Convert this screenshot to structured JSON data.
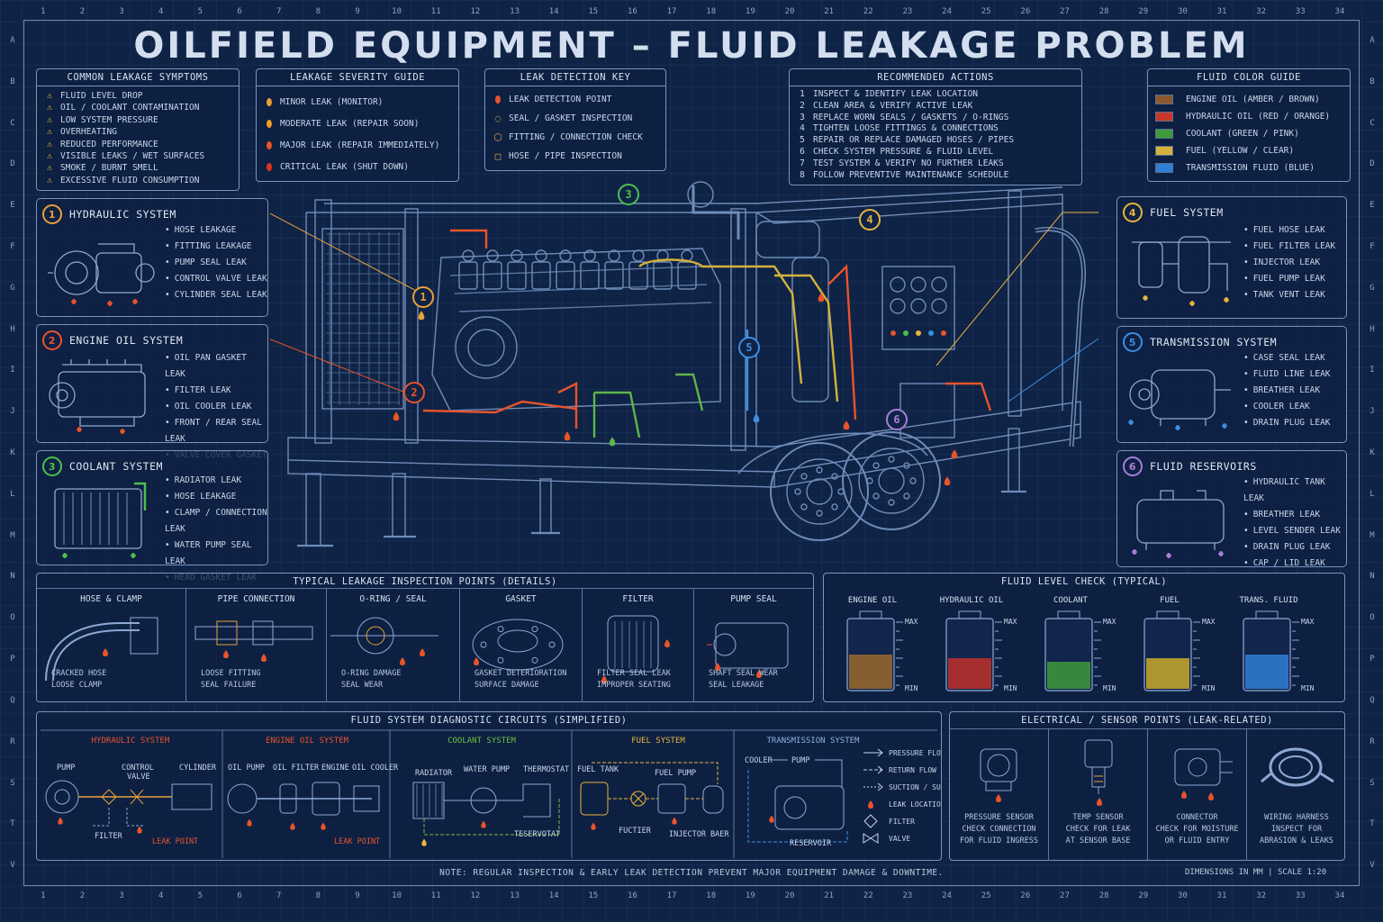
{
  "title": "OILFIELD EQUIPMENT – FLUID LEAKAGE PROBLEM",
  "ruler": {
    "columns": [
      "1",
      "2",
      "3",
      "4",
      "5",
      "6",
      "7",
      "8",
      "9",
      "10",
      "11",
      "12",
      "13",
      "14",
      "15",
      "16",
      "17",
      "18",
      "19",
      "20",
      "21",
      "22",
      "23",
      "24",
      "25",
      "26",
      "27",
      "28",
      "29",
      "30",
      "31",
      "32",
      "33",
      "34"
    ],
    "rows": [
      "A",
      "B",
      "C",
      "D",
      "E",
      "F",
      "G",
      "H",
      "I",
      "J",
      "K",
      "L",
      "M",
      "N",
      "O",
      "P",
      "Q",
      "R",
      "S",
      "T",
      "V"
    ]
  },
  "symptoms": {
    "title": "COMMON LEAKAGE SYMPTOMS",
    "items": [
      "FLUID LEVEL DROP",
      "OIL / COOLANT CONTAMINATION",
      "LOW SYSTEM PRESSURE",
      "OVERHEATING",
      "REDUCED PERFORMANCE",
      "VISIBLE LEAKS / WET SURFACES",
      "SMOKE / BURNT SMELL",
      "EXCESSIVE FLUID CONSUMPTION"
    ]
  },
  "severity": {
    "title": "LEAKAGE SEVERITY GUIDE",
    "items": [
      {
        "label": "MINOR LEAK (MONITOR)",
        "color": "#e8a13a"
      },
      {
        "label": "MODERATE LEAK (REPAIR SOON)",
        "color": "#f0a020"
      },
      {
        "label": "MAJOR LEAK (REPAIR IMMEDIATELY)",
        "color": "#e8542a"
      },
      {
        "label": "CRITICAL LEAK (SHUT DOWN)",
        "color": "#e0331f"
      }
    ]
  },
  "detection": {
    "title": "LEAK DETECTION KEY",
    "items": [
      {
        "label": "LEAK DETECTION POINT",
        "symbol": "drop-icon"
      },
      {
        "label": "SEAL / GASKET INSPECTION",
        "symbol": "circle-dashed-icon"
      },
      {
        "label": "FITTING / CONNECTION CHECK",
        "symbol": "hexagon-icon"
      },
      {
        "label": "HOSE / PIPE INSPECTION",
        "symbol": "square-icon"
      }
    ]
  },
  "actions": {
    "title": "RECOMMENDED ACTIONS",
    "items": [
      {
        "n": "1",
        "text": "INSPECT & IDENTIFY LEAK LOCATION"
      },
      {
        "n": "2",
        "text": "CLEAN AREA & VERIFY ACTIVE LEAK"
      },
      {
        "n": "3",
        "text": "REPLACE WORN SEALS / GASKETS / O-RINGS"
      },
      {
        "n": "4",
        "text": "TIGHTEN LOOSE FITTINGS & CONNECTIONS"
      },
      {
        "n": "5",
        "text": "REPAIR OR REPLACE DAMAGED HOSES / PIPES"
      },
      {
        "n": "6",
        "text": "CHECK SYSTEM PRESSURE & FLUID LEVEL"
      },
      {
        "n": "7",
        "text": "TEST SYSTEM & VERIFY NO FURTHER LEAKS"
      },
      {
        "n": "8",
        "text": "FOLLOW PREVENTIVE MAINTENANCE SCHEDULE"
      }
    ]
  },
  "color_guide": {
    "title": "FLUID COLOR GUIDE",
    "items": [
      {
        "label": "ENGINE OIL (AMBER / BROWN)",
        "color": "#8a5a2e"
      },
      {
        "label": "HYDRAULIC OIL (RED / ORANGE)",
        "color": "#c8382a"
      },
      {
        "label": "COOLANT (GREEN / PINK)",
        "color": "#3e9a3a"
      },
      {
        "label": "FUEL (YELLOW / CLEAR)",
        "color": "#d4b23a"
      },
      {
        "label": "TRANSMISSION FLUID (BLUE)",
        "color": "#2f7fd6"
      }
    ]
  },
  "systems": {
    "hydraulic": {
      "num": "1",
      "title": "HYDRAULIC SYSTEM",
      "color": "#e8a13a",
      "items": [
        "HOSE LEAKAGE",
        "FITTING LEAKAGE",
        "PUMP SEAL LEAK",
        "CONTROL VALVE LEAK",
        "CYLINDER SEAL LEAK"
      ]
    },
    "engine_oil": {
      "num": "2",
      "title": "ENGINE OIL SYSTEM",
      "color": "#e8542a",
      "items": [
        "OIL PAN GASKET LEAK",
        "FILTER LEAK",
        "OIL COOLER LEAK",
        "FRONT / REAR SEAL LEAK",
        "VALVE COVER GASKET"
      ]
    },
    "coolant": {
      "num": "3",
      "title": "COOLANT SYSTEM",
      "color": "#4cc04c",
      "items": [
        "RADIATOR LEAK",
        "HOSE LEAKAGE",
        "CLAMP / CONNECTION LEAK",
        "WATER PUMP SEAL LEAK",
        "HEAD GASKET LEAK"
      ]
    },
    "fuel": {
      "num": "4",
      "title": "FUEL SYSTEM",
      "color": "#e8b53c",
      "items": [
        "FUEL HOSE LEAK",
        "FUEL FILTER LEAK",
        "INJECTOR LEAK",
        "FUEL PUMP LEAK",
        "TANK VENT LEAK"
      ]
    },
    "transmission": {
      "num": "5",
      "title": "TRANSMISSION SYSTEM",
      "color": "#3d8ee0",
      "items": [
        "CASE SEAL LEAK",
        "FLUID LINE LEAK",
        "BREATHER LEAK",
        "COOLER LEAK",
        "DRAIN PLUG LEAK"
      ]
    },
    "reservoirs": {
      "num": "6",
      "title": "FLUID RESERVOIRS",
      "color": "#a77fd8",
      "items": [
        "HYDRAULIC TANK LEAK",
        "BREATHER LEAK",
        "LEVEL SENDER LEAK",
        "DRAIN PLUG LEAK",
        "CAP / LID LEAK"
      ]
    }
  },
  "callouts": [
    "1",
    "2",
    "3",
    "4",
    "5",
    "6",
    "4",
    "5"
  ],
  "inspection": {
    "title": "TYPICAL LEAKAGE INSPECTION POINTS (DETAILS)",
    "items": [
      {
        "title": "HOSE & CLAMP",
        "caption": [
          "CRACKED HOSE",
          "LOOSE CLAMP"
        ]
      },
      {
        "title": "PIPE CONNECTION",
        "caption": [
          "LOOSE FITTING",
          "SEAL FAILURE"
        ]
      },
      {
        "title": "O-RING / SEAL",
        "caption": [
          "O-RING DAMAGE",
          "SEAL WEAR"
        ]
      },
      {
        "title": "GASKET",
        "caption": [
          "GASKET DETERIORATION",
          "SURFACE DAMAGE"
        ]
      },
      {
        "title": "FILTER",
        "caption": [
          "FILTER SEAL LEAK",
          "IMPROPER SEATING"
        ]
      },
      {
        "title": "PUMP SEAL",
        "caption": [
          "SHAFT SEAL WEAR",
          "SEAL LEAKAGE"
        ]
      }
    ]
  },
  "levels": {
    "title": "FLUID LEVEL CHECK (TYPICAL)",
    "max_label": "MAX",
    "min_label": "MIN",
    "items": [
      {
        "name": "ENGINE OIL",
        "color": "#9a6a2a",
        "level": 0.5
      },
      {
        "name": "HYDRAULIC OIL",
        "color": "#c0302a",
        "level": 0.45
      },
      {
        "name": "COOLANT",
        "color": "#3e9a3a",
        "level": 0.4
      },
      {
        "name": "FUEL",
        "color": "#c9a92a",
        "level": 0.45
      },
      {
        "name": "TRANS. FLUID",
        "color": "#2f7fd6",
        "level": 0.5
      }
    ]
  },
  "circuits": {
    "title": "FLUID SYSTEM DIAGNOSTIC CIRCUITS (SIMPLIFIED)",
    "hydraulic": {
      "title": "HYDRAULIC SYSTEM",
      "color": "#e8542a",
      "labels": {
        "pump": "PUMP",
        "control_valve_1": "CONTROL",
        "control_valve_2": "VALVE",
        "cylinder": "CYLINDER",
        "filter": "FILTER",
        "leak": "LEAK POINT"
      }
    },
    "engine": {
      "title": "ENGINE OIL SYSTEM",
      "color": "#e8542a",
      "labels": {
        "oil_pump": "OIL PUMP",
        "oil_filter": "OIL FILTER",
        "engine": "ENGINE",
        "oil_cooler": "OIL COOLER",
        "leak": "LEAK POINT"
      }
    },
    "coolant": {
      "title": "COOLANT SYSTEM",
      "color": "#6fc040",
      "labels": {
        "radiator": "RADIATOR",
        "water_pump": "WATER PUMP",
        "thermostat": "THERMOSTAT",
        "reservoir": "TESERVOTAT"
      }
    },
    "fuel": {
      "title": "FUEL SYSTEM",
      "color": "#e8b53c",
      "labels": {
        "tank": "FUEL TANK",
        "pump": "FUEL PUMP",
        "filter": "FUCTIER",
        "injector": "INJECTOR BAER"
      }
    },
    "transmission": {
      "title": "TRANSMISSION SYSTEM",
      "color": "#8fb0e0",
      "labels": {
        "cooler": "COOLER",
        "pump": "PUMP",
        "reservoir": "RESERVOIR"
      }
    },
    "legend": [
      "PRESSURE FLOW",
      "RETURN FLOW",
      "SUCTION / SUPPLY",
      "LEAK LOCATION",
      "FILTER",
      "VALVE"
    ]
  },
  "sensors": {
    "title": "ELECTRICAL / SENSOR POINTS (LEAK-RELATED)",
    "items": [
      {
        "title": "PRESSURE SENSOR",
        "caption": [
          "CHECK CONNECTION",
          "FOR FLUID INGRESS"
        ]
      },
      {
        "title": "TEMP SENSOR",
        "caption": [
          "CHECK FOR LEAK",
          "AT SENSOR BASE"
        ]
      },
      {
        "title": "CONNECTOR",
        "caption": [
          "CHECK FOR MOISTURE",
          "OR FLUID ENTRY"
        ]
      },
      {
        "title": "WIRING HARNESS",
        "caption": [
          "INSPECT FOR",
          "ABRASION & LEAKS"
        ]
      }
    ]
  },
  "note": "NOTE: REGULAR INSPECTION & EARLY LEAK DETECTION PREVENT MAJOR EQUIPMENT DAMAGE & DOWNTIME.",
  "scale": "DIMENSIONS IN MM  |  SCALE 1:20",
  "colors": {
    "line": "#7a94bf",
    "bg": "#0f2346",
    "drop": "#e8542a"
  }
}
